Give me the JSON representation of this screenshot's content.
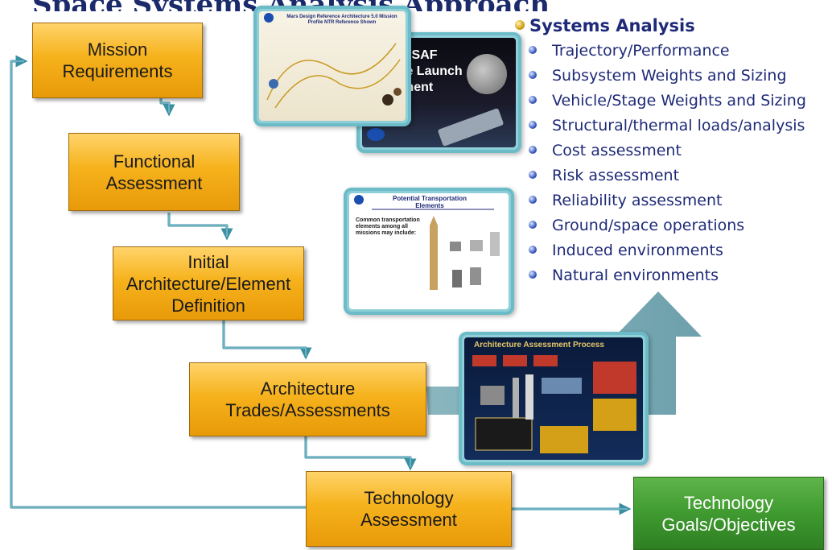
{
  "page_title_partial": "Space Systems Analysis Approach",
  "boxes": {
    "mission": "Mission\nRequirements",
    "functional": "Functional\nAssessment",
    "initial": "Initial\nArchitecture/Element\nDefinition",
    "trades": "Architecture\nTrades/Assessments",
    "technology": "Technology\nAssessment",
    "goals": "Technology\nGoals/Objectives"
  },
  "systems_analysis": {
    "title": "Systems Analysis",
    "items": [
      "Trajectory/Performance",
      "Subsystem Weights and Sizing",
      "Vehicle/Stage Weights and Sizing",
      "Structural/thermal loads/analysis",
      "Cost assessment",
      "Risk assessment",
      "Reliability assessment",
      "Ground/space operations",
      "Induced environments",
      "Natural environments"
    ]
  },
  "thumbnails": {
    "mars": "Mars Design Reference Architecture 5.0 Mission Profile NTR Reference Shown",
    "usaf": "USAF\nle Launch\nment",
    "transport": "Potential Transportation Elements",
    "transport_list": "Common transportation elements among all missions may include:",
    "process": "Architecture Assessment Process"
  },
  "colors": {
    "orange": "#f6b21c",
    "green": "#3f9a30",
    "connector": "#4a9fb0",
    "text_blue": "#1e2a78"
  }
}
